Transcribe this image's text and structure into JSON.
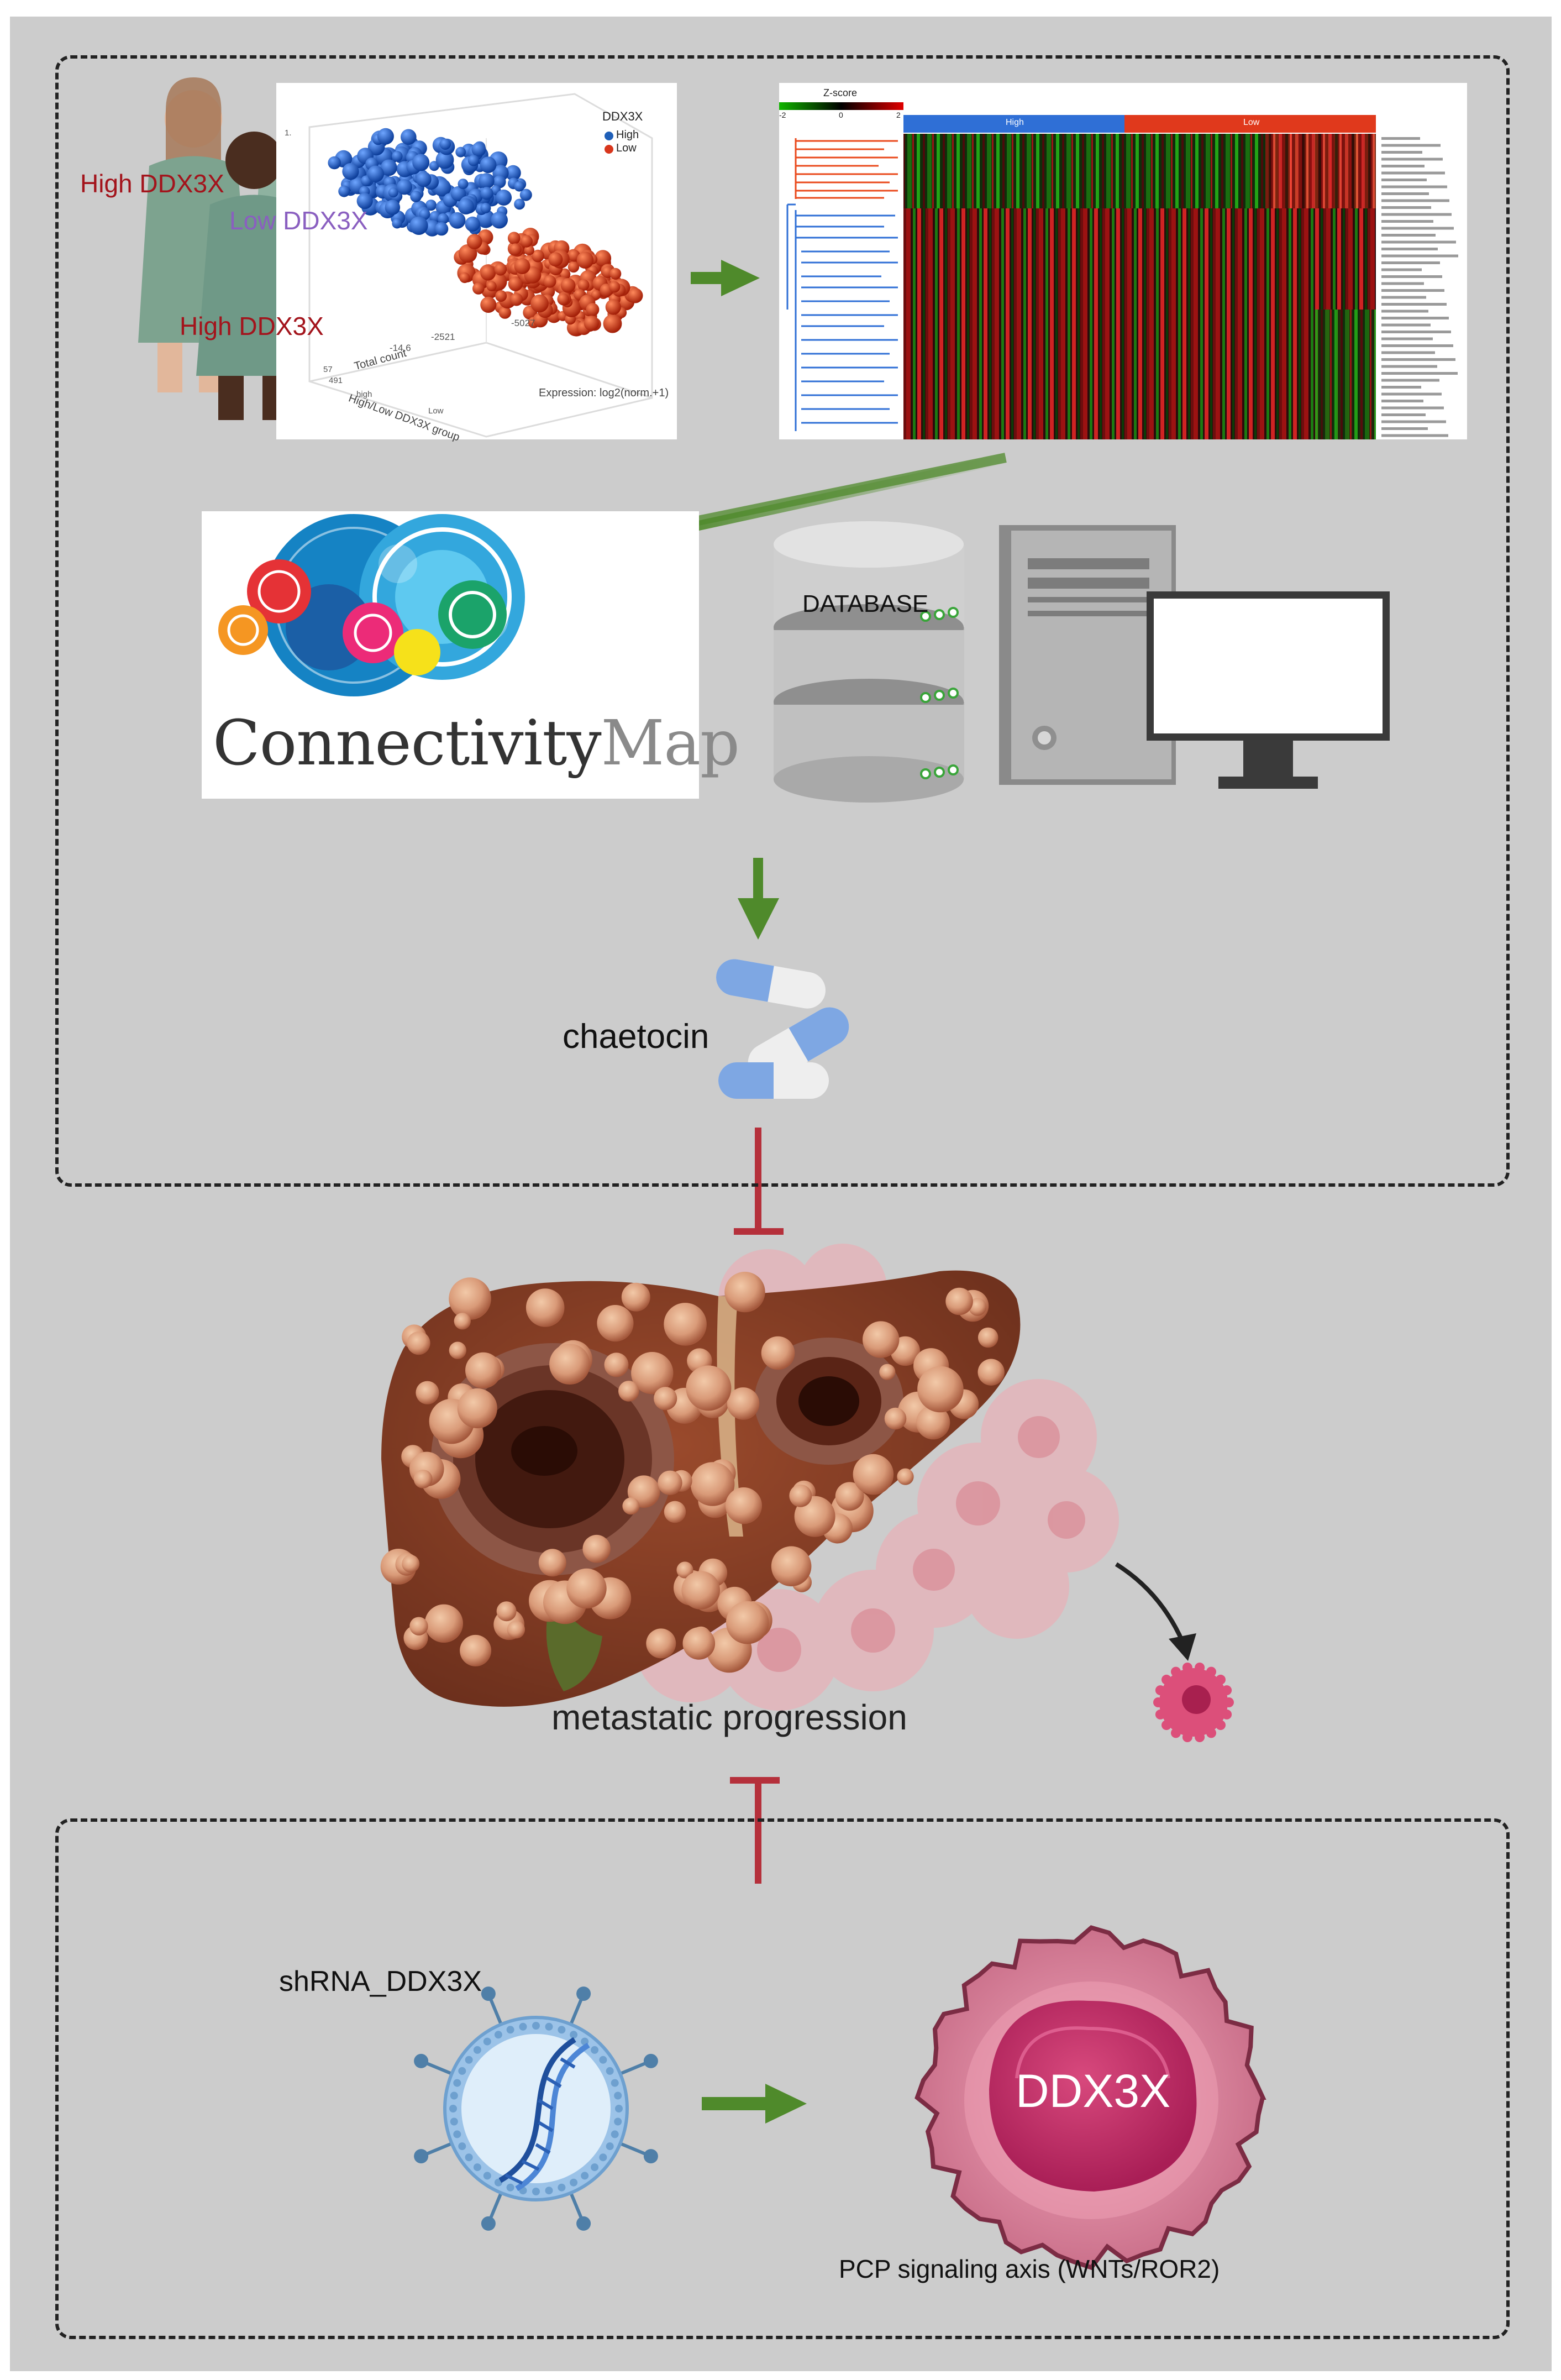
{
  "patients": {
    "label_top": "High DDX3X",
    "label_middle": "Low DDX3X",
    "label_bottom": "High DDX3X"
  },
  "scatter3d": {
    "legend_title": "DDX3X",
    "legend_high": "High",
    "legend_low": "Low",
    "axis_total_count": "Total count",
    "axis_group": "High/Low DDX3X group",
    "axis_expression": "Expression: log2(norm.+1)",
    "tick_1": "-14.6",
    "tick_2": "-2521",
    "tick_3": "-5027",
    "tick_4": "high",
    "tick_5": "Low",
    "tick_6": "57",
    "tick_7": "491",
    "tick_8": "1.",
    "colors": {
      "high": "#1f5fb8",
      "low": "#d8361c"
    }
  },
  "heatmap": {
    "zscore_label": "Z-score",
    "scale_min": "-2",
    "scale_mid": "0",
    "scale_max": "2",
    "group_high": "High",
    "group_low": "Low"
  },
  "connectivity_map": {
    "word1": "Connectivity",
    "word2": "Map"
  },
  "database": {
    "label": "DATABASE"
  },
  "drug": {
    "label": "chaetocin"
  },
  "liver": {
    "label": "metastatic progression"
  },
  "shrna": {
    "label": "shRNA_DDX3X"
  },
  "cell": {
    "label": "DDX3X",
    "caption": "PCP signaling axis (WNTs/ROR2)"
  },
  "colors": {
    "arrow_green": "#4f8a2b",
    "inhibit_red": "#b5303b",
    "background": "#cccccc"
  }
}
